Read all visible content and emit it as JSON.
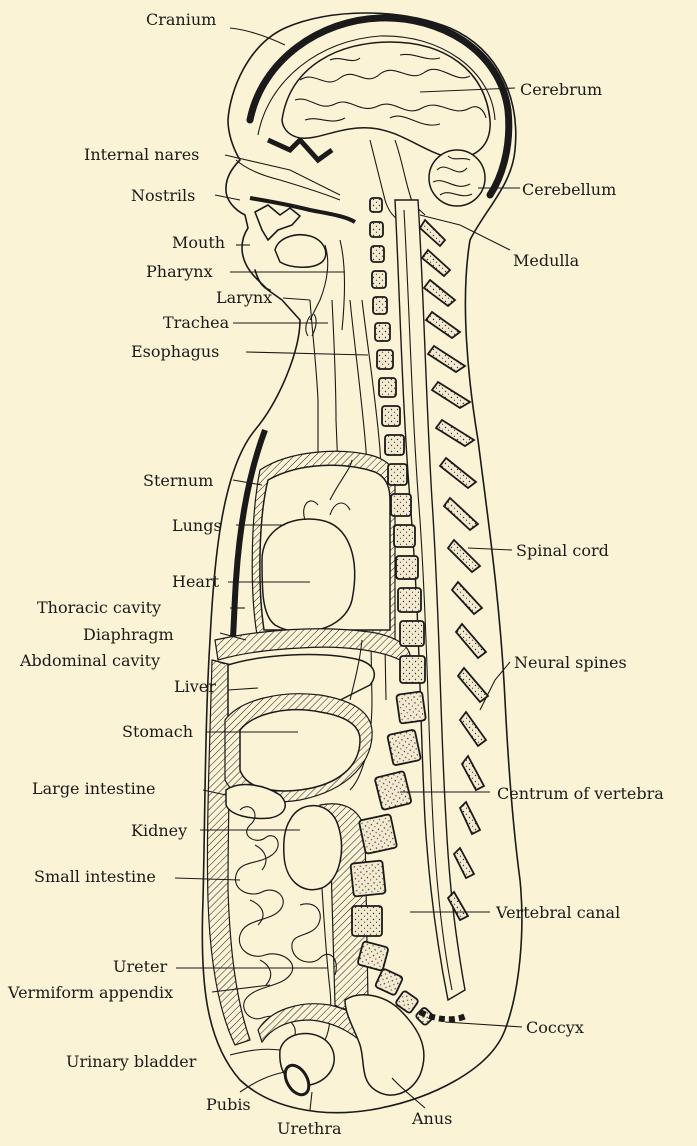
{
  "labels": {
    "cranium": "Cranium",
    "cerebrum": "Cerebrum",
    "internal_nares": "Internal nares",
    "cerebellum": "Cerebellum",
    "nostrils": "Nostrils",
    "medulla": "Medulla",
    "mouth": "Mouth",
    "pharynx": "Pharynx",
    "larynx": "Larynx",
    "trachea": "Trachea",
    "esophagus": "Esophagus",
    "sternum": "Sternum",
    "lungs": "Lungs",
    "spinal_cord": "Spinal cord",
    "heart": "Heart",
    "thoracic_cavity": "Thoracic cavity",
    "diaphragm": "Diaphragm",
    "abdominal_cavity": "Abdominal cavity",
    "neural_spines": "Neural spines",
    "liver": "Liver",
    "stomach": "Stomach",
    "large_intestine": "Large intestine",
    "centrum": "Centrum of vertebra",
    "kidney": "Kidney",
    "small_intestine": "Small intestine",
    "vertebral_canal": "Vertebral canal",
    "ureter": "Ureter",
    "vermiform_appendix": "Vermiform appendix",
    "coccyx": "Coccyx",
    "urinary_bladder": "Urinary bladder",
    "pubis": "Pubis",
    "anus": "Anus",
    "urethra": "Urethra"
  }
}
